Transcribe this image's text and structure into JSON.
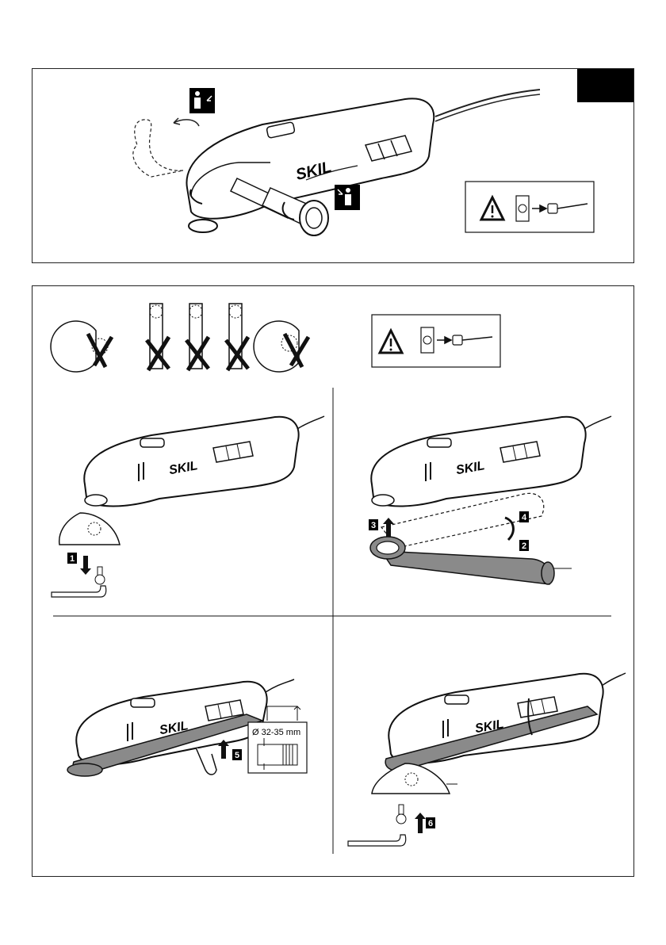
{
  "brand": "SKIL",
  "steps": [
    "1",
    "2",
    "3",
    "4",
    "5",
    "6"
  ],
  "hose_diameter": "Ø 32-35 mm",
  "colors": {
    "line": "#1a1a1a",
    "grey_part": "#8a8a8a",
    "tab": "#000000"
  },
  "icons": {
    "warning": "warning-triangle-icon",
    "unplug": "unplug-icon",
    "operator": "operator-icon"
  }
}
